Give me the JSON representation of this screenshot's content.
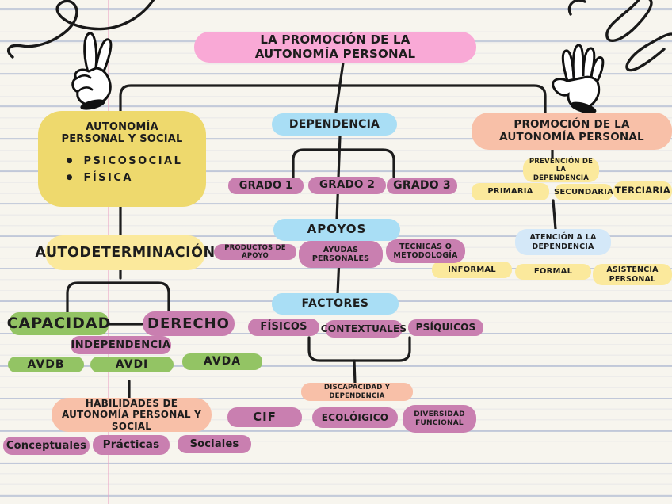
{
  "nodes": {
    "title": "LA PROMOCIÓN DE LA AUTONOMÍA PERSONAL",
    "left": {
      "autonomia_title": "AUTONOMÍA PERSONAL Y SOCIAL",
      "bullet1": "PSICOSOCIAL",
      "bullet2": "FÍSICA",
      "autodeterminacion": "AUTODETERMINACIÓN",
      "capacidad": "CAPACIDAD",
      "derecho": "DERECHO",
      "independencia": "INDEPENDENCIA",
      "avdb": "AVDB",
      "avdi": "AVDI",
      "avda": "AVDA",
      "habilidades": "HABILIDADES DE AUTONOMÍA PERSONAL Y SOCIAL",
      "conceptuales": "Conceptuales",
      "practicas": "Prácticas",
      "sociales": "Sociales"
    },
    "center": {
      "dependencia": "DEPENDENCIA",
      "grado1": "GRADO 1",
      "grado2": "GRADO 2",
      "grado3": "GRADO 3",
      "apoyos": "APOYOS",
      "productos": "PRODUCTOS DE APOYO",
      "ayudas": "AYUDAS PERSONALES",
      "tecnicas": "TÉCNICAS O METODOLOGÍA",
      "factores": "FACTORES",
      "fisicos": "FÍSICOS",
      "contextuales": "CONTEXTUALES",
      "psiquicos": "PSÍQUICOS",
      "discapacidad": "DISCAPACIDAD Y DEPENDENCIA",
      "cif": "CIF",
      "ecologico": "ECOLÓIGICO",
      "diversidad": "DIVERSIDAD FUNCIONAL"
    },
    "right": {
      "promocion": "PROMOCIÓN DE LA AUTONOMÍA PERSONAL",
      "prevencion": "PREVENCIÓN DE LA DEPENDENCIA",
      "primaria": "PRIMARIA",
      "secundaria": "SECUNDARIA",
      "terciaria": "TERCIARIA",
      "atencion": "ATENCIÓN A LA DEPENDENCIA",
      "informal": "INFORMAL",
      "formal": "FORMAL",
      "asistencia": "ASISTENCIA PERSONAL"
    }
  },
  "colors": {
    "pink": "#f9a9d6",
    "dark_yellow": "#eed96d",
    "light_yellow": "#fbe99c",
    "blue": "#a9def5",
    "light_blue": "#d4e8f8",
    "mauve": "#c97fb0",
    "green": "#93c464",
    "peach": "#f8c0a8",
    "ink": "#1c1c1c",
    "paper": "#f7f5ee",
    "margin_line": "#ebaOc3"
  }
}
